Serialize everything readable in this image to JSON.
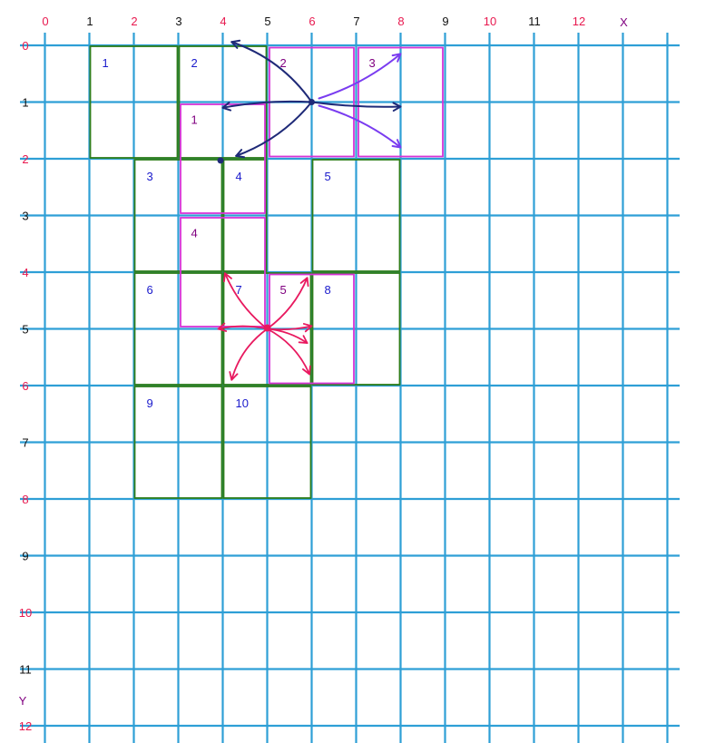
{
  "axes": {
    "x_ticks": [
      {
        "label": "0",
        "color": "#e8194f"
      },
      {
        "label": "1",
        "color": "#111111"
      },
      {
        "label": "2",
        "color": "#e8194f"
      },
      {
        "label": "3",
        "color": "#111111"
      },
      {
        "label": "4",
        "color": "#e8194f"
      },
      {
        "label": "5",
        "color": "#111111"
      },
      {
        "label": "6",
        "color": "#e8194f"
      },
      {
        "label": "7",
        "color": "#111111"
      },
      {
        "label": "8",
        "color": "#e8194f"
      },
      {
        "label": "9",
        "color": "#111111"
      },
      {
        "label": "10",
        "color": "#e8194f"
      },
      {
        "label": "11",
        "color": "#111111"
      },
      {
        "label": "12",
        "color": "#e8194f"
      }
    ],
    "y_ticks": [
      {
        "label": "0",
        "color": "#e8194f"
      },
      {
        "label": "1",
        "color": "#111111"
      },
      {
        "label": "2",
        "color": "#e8194f"
      },
      {
        "label": "3",
        "color": "#111111"
      },
      {
        "label": "4",
        "color": "#e8194f"
      },
      {
        "label": "5",
        "color": "#111111"
      },
      {
        "label": "6",
        "color": "#e8194f"
      },
      {
        "label": "7",
        "color": "#111111"
      },
      {
        "label": "8",
        "color": "#e8194f"
      },
      {
        "label": "9",
        "color": "#111111"
      },
      {
        "label": "10",
        "color": "#e8194f"
      },
      {
        "label": "11",
        "color": "#111111"
      },
      {
        "label": "12",
        "color": "#e8194f"
      }
    ],
    "x_label": "X",
    "y_label": "Y",
    "axis_label_color": "#800080",
    "grid_color": "#2e9fd6"
  },
  "green_boxes": [
    {
      "label": "1",
      "x0": 1,
      "y0": 0,
      "x1": 3,
      "y1": 2
    },
    {
      "label": "2",
      "x0": 3,
      "y0": 0,
      "x1": 5,
      "y1": 2
    },
    {
      "label": "3",
      "x0": 2,
      "y0": 2,
      "x1": 4,
      "y1": 4
    },
    {
      "label": "4",
      "x0": 4,
      "y0": 2,
      "x1": 5,
      "y1": 4
    },
    {
      "label": "5",
      "x0": 6,
      "y0": 2,
      "x1": 8,
      "y1": 4
    },
    {
      "label": "6",
      "x0": 2,
      "y0": 4,
      "x1": 4,
      "y1": 6
    },
    {
      "label": "7",
      "x0": 4,
      "y0": 4,
      "x1": 6,
      "y1": 6
    },
    {
      "label": "8",
      "x0": 6,
      "y0": 4,
      "x1": 8,
      "y1": 6
    },
    {
      "label": "9",
      "x0": 2,
      "y0": 6,
      "x1": 4,
      "y1": 8
    },
    {
      "label": "10",
      "x0": 4,
      "y0": 6,
      "x1": 6,
      "y1": 8
    }
  ],
  "magenta_boxes": [
    {
      "label": "1",
      "x0": 3,
      "y0": 1,
      "x1": 5,
      "y1": 3
    },
    {
      "label": "2",
      "x0": 5,
      "y0": 0,
      "x1": 7,
      "y1": 2
    },
    {
      "label": "3",
      "x0": 7,
      "y0": 0,
      "x1": 9,
      "y1": 2
    },
    {
      "label": "4",
      "x0": 3,
      "y0": 3,
      "x1": 5,
      "y1": 5
    },
    {
      "label": "5",
      "x0": 5,
      "y0": 4,
      "x1": 7,
      "y1": 6
    }
  ],
  "colors": {
    "green_box": "#2e7d1a",
    "magenta_box": "#d633d6",
    "green_label": "#1a1acc",
    "magenta_label": "#800080",
    "navy_arrow": "#1f2a78",
    "violet_arrow": "#7a3cf0",
    "pink_arrow": "#e8195f"
  }
}
